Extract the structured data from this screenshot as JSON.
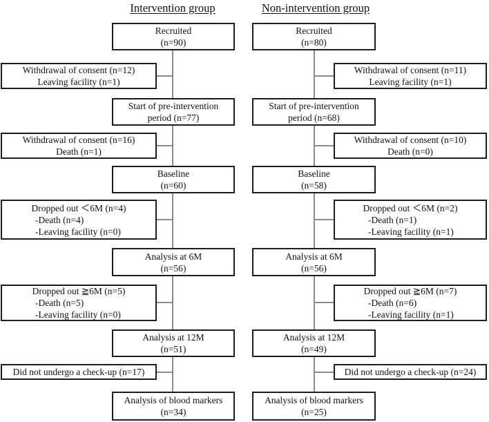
{
  "titles": {
    "intervention": "Intervention group",
    "non_intervention": "Non-intervention group"
  },
  "colors": {
    "box_border": "#1c1c1c",
    "connector": "#8a8a8a",
    "background": "#ffffff",
    "text": "#111111"
  },
  "intervention": {
    "recruited": {
      "line1": "Recruited",
      "line2": "(n=90)"
    },
    "withdrawal_1": {
      "line1": "Withdrawal of consent (n=12)",
      "line2": "Leaving facility (n=1)"
    },
    "pre_intervention": {
      "line1": "Start of pre-intervention",
      "line2": "period (n=77)"
    },
    "withdrawal_2": {
      "line1": "Withdrawal of consent (n=16)",
      "line2": "Death (n=1)"
    },
    "baseline": {
      "line1": "Baseline",
      "line2": "(n=60)"
    },
    "dropped_before_6m": {
      "line1": "Dropped out ＜6M (n=4)",
      "line2": "-Death (n=4)",
      "line3": "-Leaving facility (n=0)"
    },
    "analysis_6m": {
      "line1": "Analysis at 6M",
      "line2": "(n=56)"
    },
    "dropped_after_6m": {
      "line1": "Dropped out ≧6M (n=5)",
      "line2": "-Death (n=5)",
      "line3": "-Leaving facility (n=0)"
    },
    "analysis_12m": {
      "line1": "Analysis at 12M",
      "line2": "(n=51)"
    },
    "no_checkup": {
      "line1": "Did not undergo a check-up (n=17)"
    },
    "blood_markers": {
      "line1": "Analysis of blood markers",
      "line2": "(n=34)"
    }
  },
  "non_intervention": {
    "recruited": {
      "line1": "Recruited",
      "line2": "(n=80)"
    },
    "withdrawal_1": {
      "line1": "Withdrawal of consent (n=11)",
      "line2": "Leaving facility (n=1)"
    },
    "pre_intervention": {
      "line1": "Start of pre-intervention",
      "line2": "period (n=68)"
    },
    "withdrawal_2": {
      "line1": "Withdrawal of consent (n=10)",
      "line2": "Death (n=0)"
    },
    "baseline": {
      "line1": "Baseline",
      "line2": "(n=58)"
    },
    "dropped_before_6m": {
      "line1": "Dropped out ＜6M (n=2)",
      "line2": "-Death (n=1)",
      "line3": "-Leaving facility (n=1)"
    },
    "analysis_6m": {
      "line1": "Analysis at 6M",
      "line2": "(n=56)"
    },
    "dropped_after_6m": {
      "line1": "Dropped out ≧6M (n=7)",
      "line2": "-Death (n=6)",
      "line3": "-Leaving facility (n=1)"
    },
    "analysis_12m": {
      "line1": "Analysis at 12M",
      "line2": "(n=49)"
    },
    "no_checkup": {
      "line1": "Did not undergo a check-up (n=24)"
    },
    "blood_markers": {
      "line1": "Analysis of blood markers",
      "line2": "(n=25)"
    }
  }
}
